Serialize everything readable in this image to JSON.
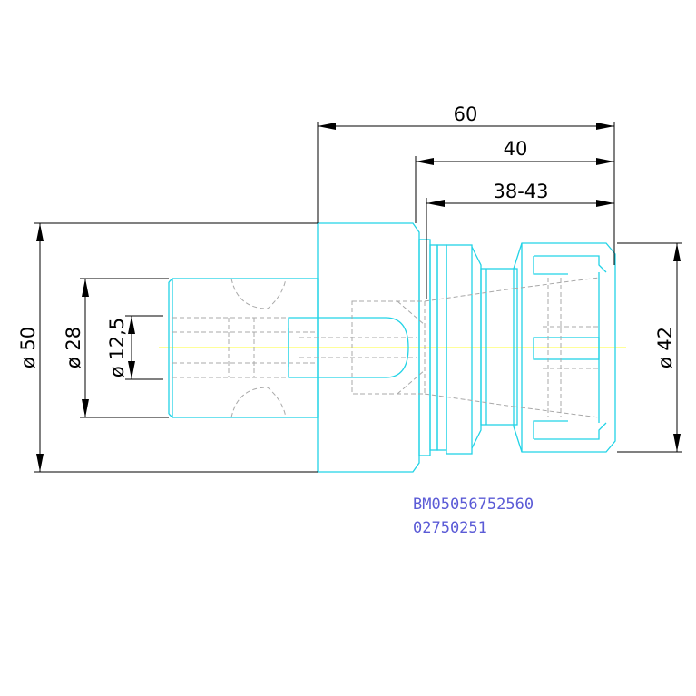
{
  "drawing": {
    "dimensions": {
      "overall_length": "60",
      "nut_length": "40",
      "clamp_range": "38-43",
      "dia_50": "ø 50",
      "dia_28": "ø 28",
      "dia_12_5": "ø 12,5",
      "dia_42": "ø 42"
    },
    "codes": {
      "part_number": "BM05056752560",
      "order_number": "02750251"
    },
    "colors": {
      "outline": "#22d3e6",
      "hidden": "#a8a8a8",
      "dimension": "#000000",
      "centerline": "#ffff33",
      "code_text": "#5b5bd6"
    }
  }
}
